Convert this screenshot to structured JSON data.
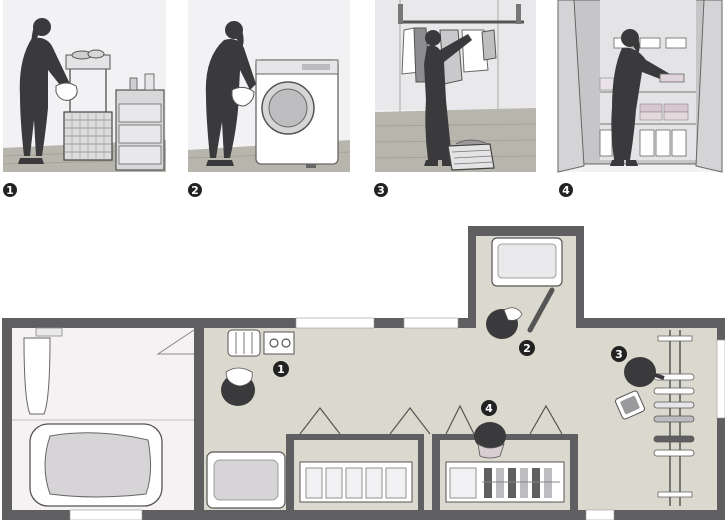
{
  "colors": {
    "silhouette": "#3a3a3c",
    "wall": "#5f5f61",
    "floor": "#dbd8ce",
    "bath_floor": "#f6f2f4",
    "panel_bg": "#f2f2f4",
    "wood_floor": "#b8b5ad",
    "marker_fill": "#222222",
    "marker_text": "#ffffff"
  },
  "steps": [
    {
      "number": "1",
      "icon": "person-sorting-laundry-icon"
    },
    {
      "number": "2",
      "icon": "person-loading-washer-icon"
    },
    {
      "number": "3",
      "icon": "person-hanging-clothes-icon"
    },
    {
      "number": "4",
      "icon": "person-putting-away-clothes-icon"
    }
  ],
  "plan_markers": [
    {
      "number": "1"
    },
    {
      "number": "2"
    },
    {
      "number": "3"
    },
    {
      "number": "4"
    }
  ]
}
